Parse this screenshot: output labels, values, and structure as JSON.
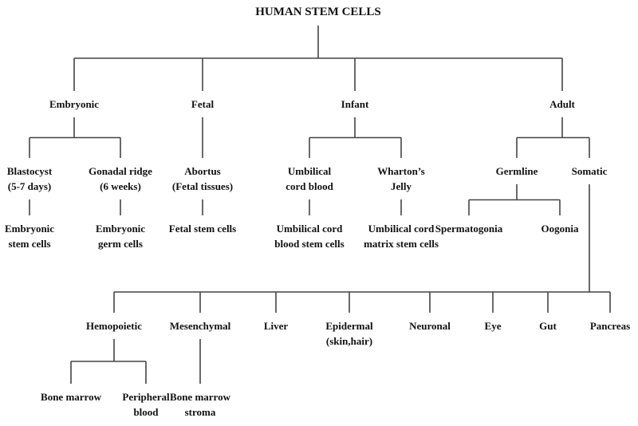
{
  "title": "HUMAN STEM CELLS",
  "colors": {
    "line": "#444444",
    "text": "#111111",
    "background": "#ffffff"
  },
  "nodes": {
    "root": [
      "HUMAN STEM CELLS"
    ],
    "embryonic": [
      "Embryonic"
    ],
    "fetal": [
      "Fetal"
    ],
    "infant": [
      "Infant"
    ],
    "adult": [
      "Adult"
    ],
    "blastocyst": [
      "Blastocyst",
      "(5-7 days)"
    ],
    "gonadal_ridge": [
      "Gonadal ridge",
      "(6 weeks)"
    ],
    "abortus": [
      "Abortus",
      "(Fetal tissues)"
    ],
    "umbilical_cord_blood": [
      "Umbilical",
      "cord blood"
    ],
    "whartons_jelly": [
      "Wharton’s",
      "Jelly"
    ],
    "germline": [
      "Germline"
    ],
    "somatic": [
      "Somatic"
    ],
    "embryonic_stem_cells": [
      "Embryonic",
      "stem cells"
    ],
    "embryonic_germ_cells": [
      "Embryonic",
      "germ cells"
    ],
    "fetal_stem_cells": [
      "Fetal stem cells"
    ],
    "ucb_stem_cells": [
      "Umbilical cord",
      "blood stem cells"
    ],
    "ucm_stem_cells": [
      "Umbilical cord",
      "matrix stem cells"
    ],
    "spermatogonia": [
      "Spermatogonia"
    ],
    "oogonia": [
      "Oogonia"
    ],
    "hemopoietic": [
      "Hemopoietic"
    ],
    "mesenchymal": [
      "Mesenchymal"
    ],
    "liver": [
      "Liver"
    ],
    "epidermal": [
      "Epidermal",
      "(skin,hair)"
    ],
    "neuronal": [
      "Neuronal"
    ],
    "eye": [
      "Eye"
    ],
    "gut": [
      "Gut"
    ],
    "pancreas": [
      "Pancreas"
    ],
    "bone_marrow": [
      "Bone marrow"
    ],
    "peripheral_blood": [
      "Peripheral",
      "blood"
    ],
    "bone_marrow_stroma": [
      "Bone marrow",
      "stroma"
    ]
  },
  "edges": [
    [
      "root",
      "embryonic"
    ],
    [
      "root",
      "fetal"
    ],
    [
      "root",
      "infant"
    ],
    [
      "root",
      "adult"
    ],
    [
      "embryonic",
      "blastocyst"
    ],
    [
      "embryonic",
      "gonadal_ridge"
    ],
    [
      "fetal",
      "abortus"
    ],
    [
      "infant",
      "umbilical_cord_blood"
    ],
    [
      "infant",
      "whartons_jelly"
    ],
    [
      "adult",
      "germline"
    ],
    [
      "adult",
      "somatic"
    ],
    [
      "blastocyst",
      "embryonic_stem_cells"
    ],
    [
      "gonadal_ridge",
      "embryonic_germ_cells"
    ],
    [
      "abortus",
      "fetal_stem_cells"
    ],
    [
      "umbilical_cord_blood",
      "ucb_stem_cells"
    ],
    [
      "whartons_jelly",
      "ucm_stem_cells"
    ],
    [
      "germline",
      "spermatogonia"
    ],
    [
      "germline",
      "oogonia"
    ],
    [
      "somatic",
      "hemopoietic"
    ],
    [
      "somatic",
      "mesenchymal"
    ],
    [
      "somatic",
      "liver"
    ],
    [
      "somatic",
      "epidermal"
    ],
    [
      "somatic",
      "neuronal"
    ],
    [
      "somatic",
      "eye"
    ],
    [
      "somatic",
      "gut"
    ],
    [
      "somatic",
      "pancreas"
    ],
    [
      "hemopoietic",
      "bone_marrow"
    ],
    [
      "hemopoietic",
      "peripheral_blood"
    ],
    [
      "mesenchymal",
      "bone_marrow_stroma"
    ]
  ]
}
